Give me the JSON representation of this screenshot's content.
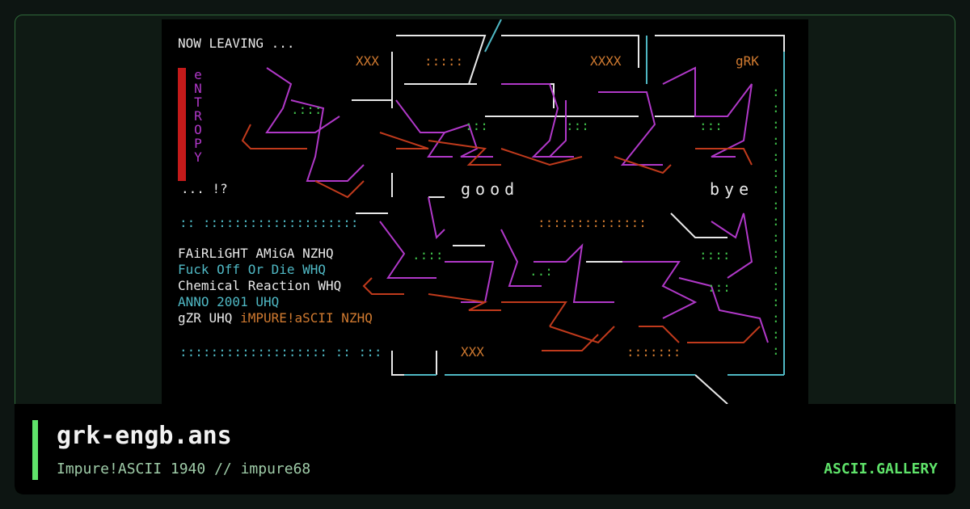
{
  "art": {
    "leaving": "NOW LEAVING ...",
    "vertical_word": [
      "e",
      "N",
      "T",
      "R",
      "O",
      "P",
      "Y"
    ],
    "after_word": "... !?",
    "good": "good",
    "bye": "bye",
    "tag": "gRK",
    "greets": [
      {
        "text": "FAiRLiGHT AMiGA NZHQ",
        "color": "white"
      },
      {
        "text": "Fuck Off Or Die WHQ",
        "color": "cyan"
      },
      {
        "text": "Chemical Reaction WHQ",
        "color": "white"
      },
      {
        "text": "ANNO 2001 UHQ",
        "color": "cyan"
      },
      {
        "text": "gZR UHQ",
        "color": "white"
      },
      {
        "text": "iMPURE!aSCII NZHQ",
        "color": "orange"
      }
    ],
    "dots_row_top": ":: ::::::::::::::::::::",
    "dots_row_bottom": "::::::::::::::::::: :: :::",
    "dots_mid": "::::::::::::::",
    "dots_bottom_right": ":::::::",
    "xs": "XXX",
    "xs4": "XXXX"
  },
  "footer": {
    "title": "grk-engb.ans",
    "subtitle": "Impure!ASCII 1940 // impure68",
    "brand": "ASCII.GALLERY"
  }
}
